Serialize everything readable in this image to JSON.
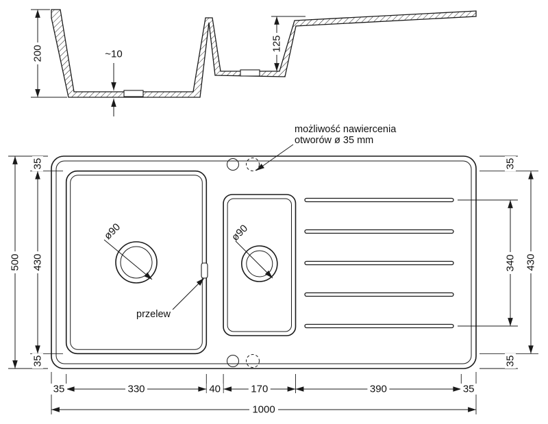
{
  "title": "Kitchen sink technical drawing",
  "units": "mm",
  "section": {
    "dims": {
      "overall_depth": "200",
      "bottom_thickness": "~10",
      "small_bowl_depth": "125"
    }
  },
  "plan": {
    "notes": {
      "drill_line1": "możliwość nawiercenia",
      "drill_line2": "otworów ø 35 mm",
      "overflow": "przelew",
      "main_drain": "ø90",
      "small_drain": "ø90"
    },
    "dims": {
      "overall_height": "500",
      "overall_width": "1000",
      "left": [
        "35",
        "430",
        "35"
      ],
      "right": [
        "35",
        "340",
        "430",
        "35"
      ],
      "bottom": [
        "35",
        "330",
        "40",
        "170",
        "390",
        "35"
      ]
    }
  }
}
